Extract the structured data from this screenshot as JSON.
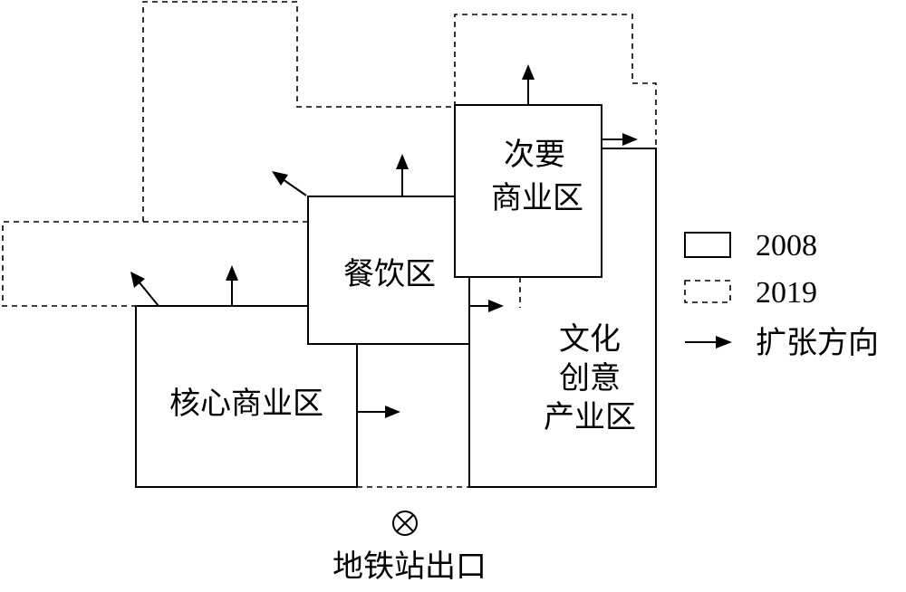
{
  "zones": {
    "core": "核心商业区",
    "dining": "餐饮区",
    "secondary_line1": "次要",
    "secondary_line2": "商业区",
    "culture_line1": "文化",
    "culture_line2": "创意",
    "culture_line3": "产业区"
  },
  "subway_exit": {
    "label": "地铁站出口",
    "icon": "circled-x-icon"
  },
  "legend": {
    "solid_label": "2008",
    "dashed_label": "2019",
    "arrow_label": "扩张方向"
  }
}
